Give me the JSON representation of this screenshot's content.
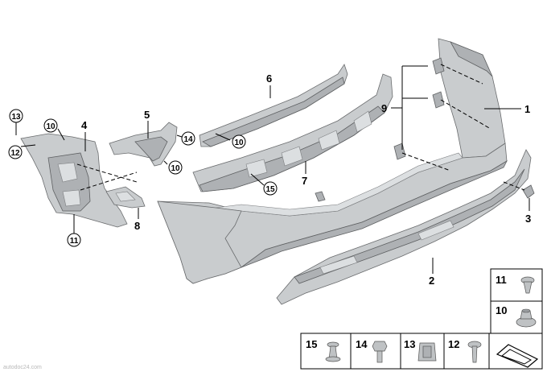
{
  "callouts": {
    "c1": "1",
    "c2": "2",
    "c3": "3",
    "c4": "4",
    "c5": "5",
    "c6": "6",
    "c7": "7",
    "c8": "8",
    "c9": "9",
    "c10a": "10",
    "c10b": "10",
    "c10c": "10",
    "c11": "11",
    "c12": "12",
    "c13": "13",
    "c14": "14",
    "c15": "15"
  },
  "legend": {
    "item11": "11",
    "item10": "10",
    "item15": "15",
    "item14": "14",
    "item13": "13",
    "item12": "12"
  },
  "watermark": "autodoc24.com"
}
